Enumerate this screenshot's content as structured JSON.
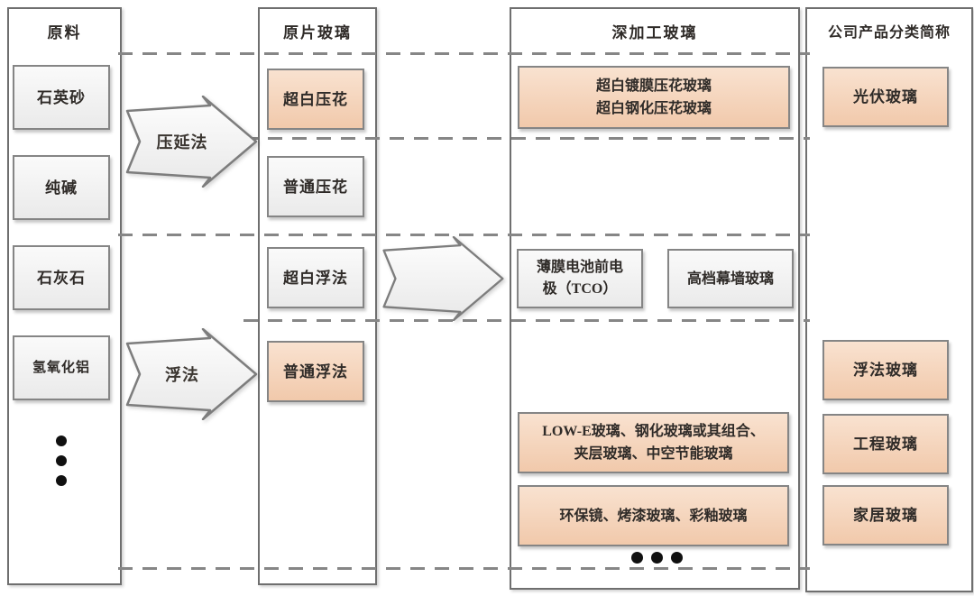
{
  "columns": {
    "raw_materials": {
      "header": "原料",
      "items": [
        "石英砂",
        "纯碱",
        "石灰石",
        "氢氧化铝"
      ]
    },
    "base_glass": {
      "header": "原片玻璃",
      "items": [
        "超白压花",
        "普通压花",
        "超白浮法",
        "普通浮法"
      ]
    },
    "processed_glass": {
      "header": "深加工玻璃",
      "pv_box": {
        "line1": "超白镀膜压花玻璃",
        "line2": "超白钢化压花玻璃"
      },
      "tco_box": {
        "line1": "薄膜电池前电",
        "line2": "极（TCO）"
      },
      "curtain_wall_box": "高档幕墙玻璃",
      "lowe_box": {
        "line1": "LOW-E玻璃、钢化玻璃或其组合、",
        "line2": "夹层玻璃、中空节能玻璃"
      },
      "home_box": "环保镜、烤漆玻璃、彩釉玻璃"
    },
    "product_categories": {
      "header": "公司产品分类简称",
      "items": [
        "光伏玻璃",
        "浮法玻璃",
        "工程玻璃",
        "家居玻璃"
      ]
    }
  },
  "process_arrows": {
    "calendering": "压延法",
    "float_process": "浮法"
  },
  "colors": {
    "highlight_fill_top": "#f9e2d0",
    "highlight_fill_bottom": "#f1c9ab",
    "plain_fill_top": "#fafafa",
    "plain_fill_bottom": "#eaeaea",
    "border_gray": "#6f6f6f",
    "dash_gray": "#868686",
    "text_color": "#2f2b28"
  }
}
